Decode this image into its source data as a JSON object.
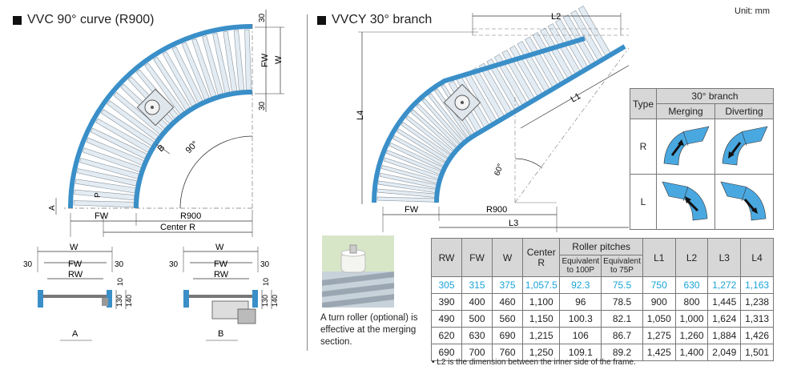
{
  "unit_label": "Unit: mm",
  "left_section": {
    "title": "VVC 90° curve (R900)",
    "dims": {
      "t30_top": "30",
      "fw": "FW",
      "w": "W",
      "t30_bot": "30",
      "b": "B",
      "angle": "90°",
      "p": "P",
      "a": "A",
      "fw_bottom": "FW",
      "r900": "R900",
      "center_r": "Center R"
    }
  },
  "cross_sections": {
    "a": {
      "w": "W",
      "fw": "FW",
      "rw": "RW",
      "left30": "30",
      "right30": "30",
      "d10": "10",
      "d130": "130",
      "d140": "140",
      "label": "A"
    },
    "b": {
      "w": "W",
      "fw": "FW",
      "rw": "RW",
      "left30": "30",
      "right30": "30",
      "d10": "10",
      "d130": "130",
      "d140": "140",
      "label": "B"
    }
  },
  "right_section": {
    "title": "VVCY 30° branch",
    "dims": {
      "l2": "L2",
      "l1": "L1",
      "l4": "L4",
      "l3": "L3",
      "fw": "FW",
      "r900": "R900",
      "angle": "60°"
    }
  },
  "type_table": {
    "header_type": "Type",
    "header_branch": "30° branch",
    "header_merging": "Merging",
    "header_diverting": "Diverting",
    "row_r": "R",
    "row_l": "L"
  },
  "photo": {
    "caption_line1": "A turn roller (optional) is",
    "caption_line2": "effective at the merging",
    "caption_line3": "section."
  },
  "spec_table": {
    "headers": {
      "rw": "RW",
      "fw": "FW",
      "w": "W",
      "center_r_1": "Center",
      "center_r_2": "R",
      "roller_pitches": "Roller pitches",
      "eq100_1": "Equivalent",
      "eq100_2": "to 100P",
      "eq75_1": "Equivalent",
      "eq75_2": "to 75P",
      "l1": "L1",
      "l2": "L2",
      "l3": "L3",
      "l4": "L4"
    },
    "rows": [
      [
        "305",
        "315",
        "375",
        "1,057.5",
        "92.3",
        "75.5",
        "750",
        "630",
        "1,272",
        "1,163"
      ],
      [
        "390",
        "400",
        "460",
        "1,100",
        "96",
        "78.5",
        "900",
        "800",
        "1,445",
        "1,238"
      ],
      [
        "490",
        "500",
        "560",
        "1,150",
        "100.3",
        "82.1",
        "1,050",
        "1,000",
        "1,624",
        "1,313"
      ],
      [
        "620",
        "630",
        "690",
        "1,215",
        "106",
        "86.7",
        "1,275",
        "1,260",
        "1,884",
        "1,426"
      ],
      [
        "690",
        "700",
        "760",
        "1,250",
        "109.1",
        "89.2",
        "1,425",
        "1,400",
        "2,049",
        "1,501"
      ]
    ]
  },
  "note": "• L2 is the dimension between the inner side of the frame.",
  "colors": {
    "frame": "#3a8fc8",
    "roller": "#e4ecf3",
    "roller_stroke": "#8a96a0",
    "highlight_text": "#19a3d6",
    "header_bg": "#d7d7d7",
    "icon_fill": "#4aa8e0"
  }
}
